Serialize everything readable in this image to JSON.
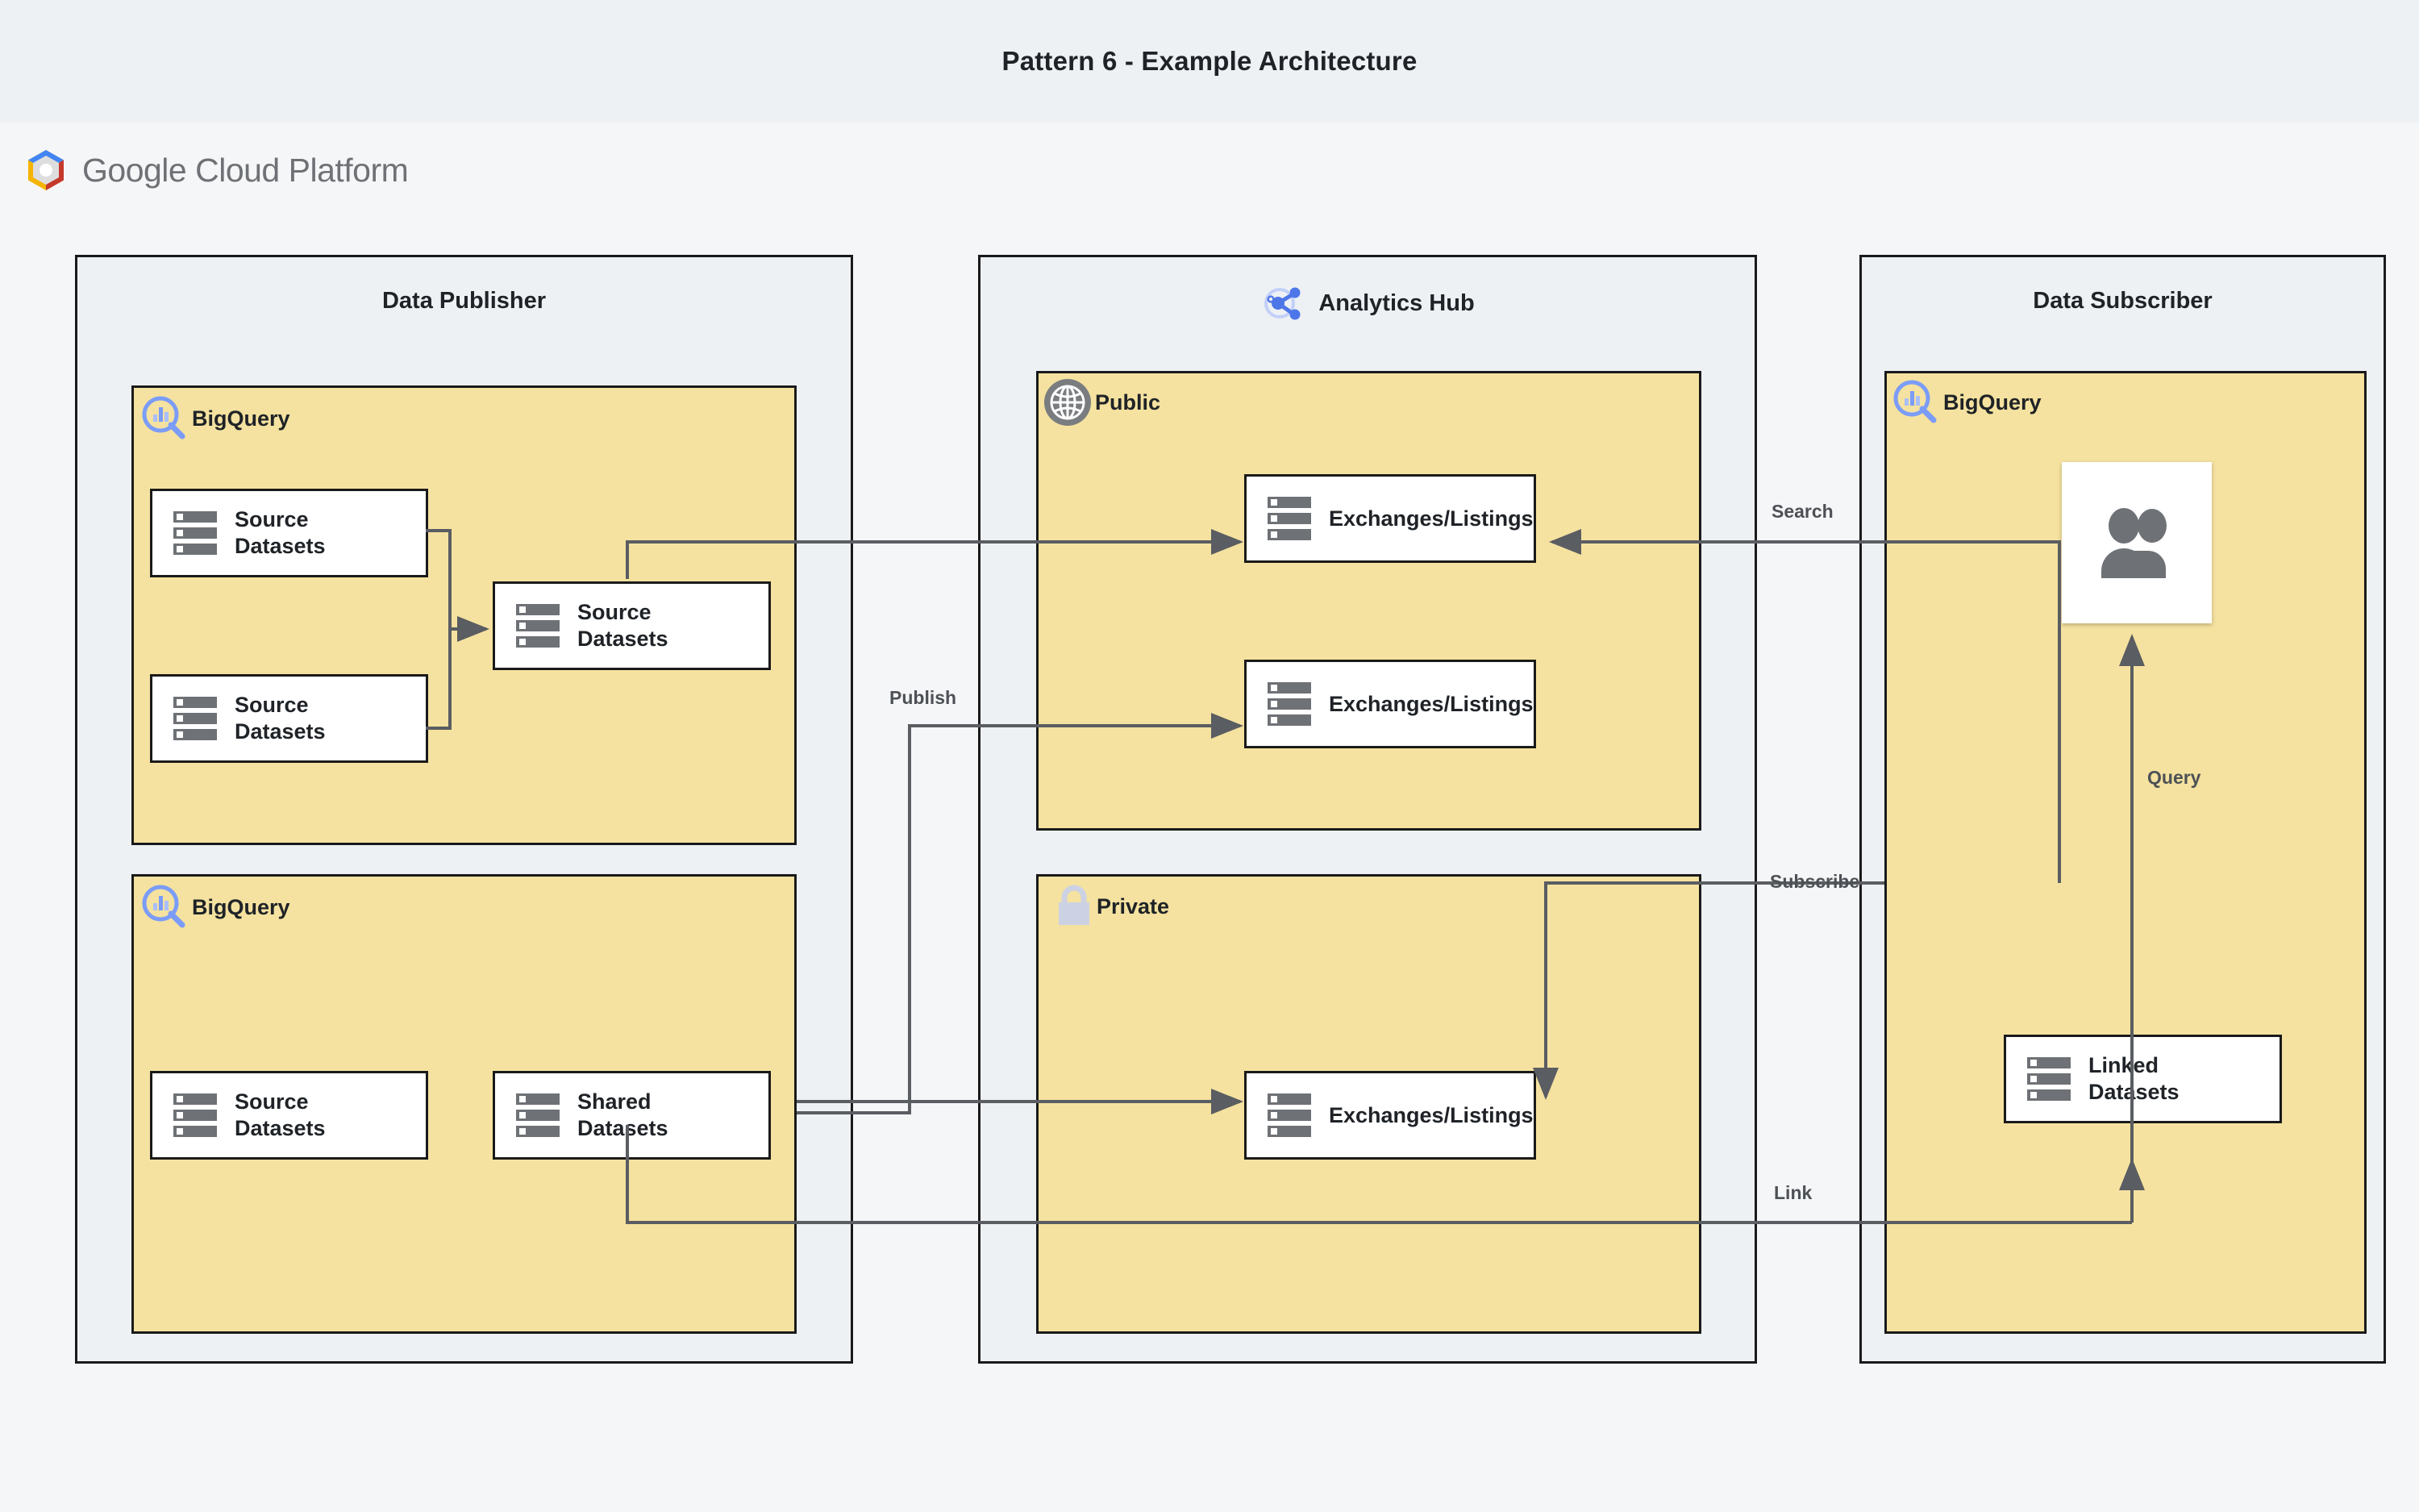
{
  "title": "Pattern 6 - Example Architecture",
  "brand": {
    "logo_name": "google-cloud-platform-logo",
    "word_google": "Google",
    "word_cloud_platform": " Cloud Platform",
    "colors": {
      "blue": "#4285F4",
      "red": "#C5382B",
      "yellow": "#F4B400",
      "grey": "#6e7175"
    }
  },
  "palette": {
    "canvas_bg": "#f5f6f7",
    "title_bg": "#edf1f4",
    "zone_bg": "#eef1f4",
    "group_yellow": "#f5e2a0",
    "node_white": "#ffffff",
    "stroke": "#1a1a1a",
    "wire": "#5a5d61",
    "icon_grey": "#6e7175",
    "bq_blue": "#7b9cf7",
    "hub_blue": "#4d76e8",
    "lock_grey": "#ccd2e3"
  },
  "zones": [
    {
      "id": "data-publisher",
      "title": "Data Publisher",
      "icon": null
    },
    {
      "id": "analytics-hub",
      "title": "Analytics Hub",
      "icon": "share-network-icon"
    },
    {
      "id": "data-subscriber",
      "title": "Data Subscriber",
      "icon": null
    }
  ],
  "groups": [
    {
      "id": "publisher-bigquery-top",
      "label": "BigQuery",
      "icon": "bigquery-icon"
    },
    {
      "id": "publisher-bigquery-bottom",
      "label": "BigQuery",
      "icon": "bigquery-icon"
    },
    {
      "id": "hub-public",
      "label": "Public",
      "icon": "globe-icon"
    },
    {
      "id": "hub-private",
      "label": "Private",
      "icon": "lock-icon"
    },
    {
      "id": "subscriber-bigquery",
      "label": "BigQuery",
      "icon": "bigquery-icon"
    }
  ],
  "nodes": [
    {
      "id": "pub-source-1",
      "label": "Source Datasets",
      "icon": "datasets-icon"
    },
    {
      "id": "pub-source-2",
      "label": "Source Datasets",
      "icon": "datasets-icon"
    },
    {
      "id": "pub-source-merged",
      "label": "Source Datasets",
      "icon": "datasets-icon"
    },
    {
      "id": "pub-source-3",
      "label": "Source Datasets",
      "icon": "datasets-icon"
    },
    {
      "id": "pub-shared",
      "label": "Shared Datasets",
      "icon": "datasets-icon"
    },
    {
      "id": "hub-public-listing-1",
      "label": "Exchanges/Listings",
      "icon": "datasets-icon"
    },
    {
      "id": "hub-public-listing-2",
      "label": "Exchanges/Listings",
      "icon": "datasets-icon"
    },
    {
      "id": "hub-private-listing",
      "label": "Exchanges/Listings",
      "icon": "datasets-icon"
    },
    {
      "id": "sub-users",
      "label": "",
      "icon": "users-icon"
    },
    {
      "id": "sub-linked",
      "label": "Linked Datasets",
      "icon": "datasets-icon"
    }
  ],
  "edges": [
    {
      "id": "edge-search",
      "label": "Search"
    },
    {
      "id": "edge-publish",
      "label": "Publish"
    },
    {
      "id": "edge-subscribe",
      "label": "Subscribe"
    },
    {
      "id": "edge-query",
      "label": "Query"
    },
    {
      "id": "edge-link",
      "label": "Link"
    }
  ]
}
